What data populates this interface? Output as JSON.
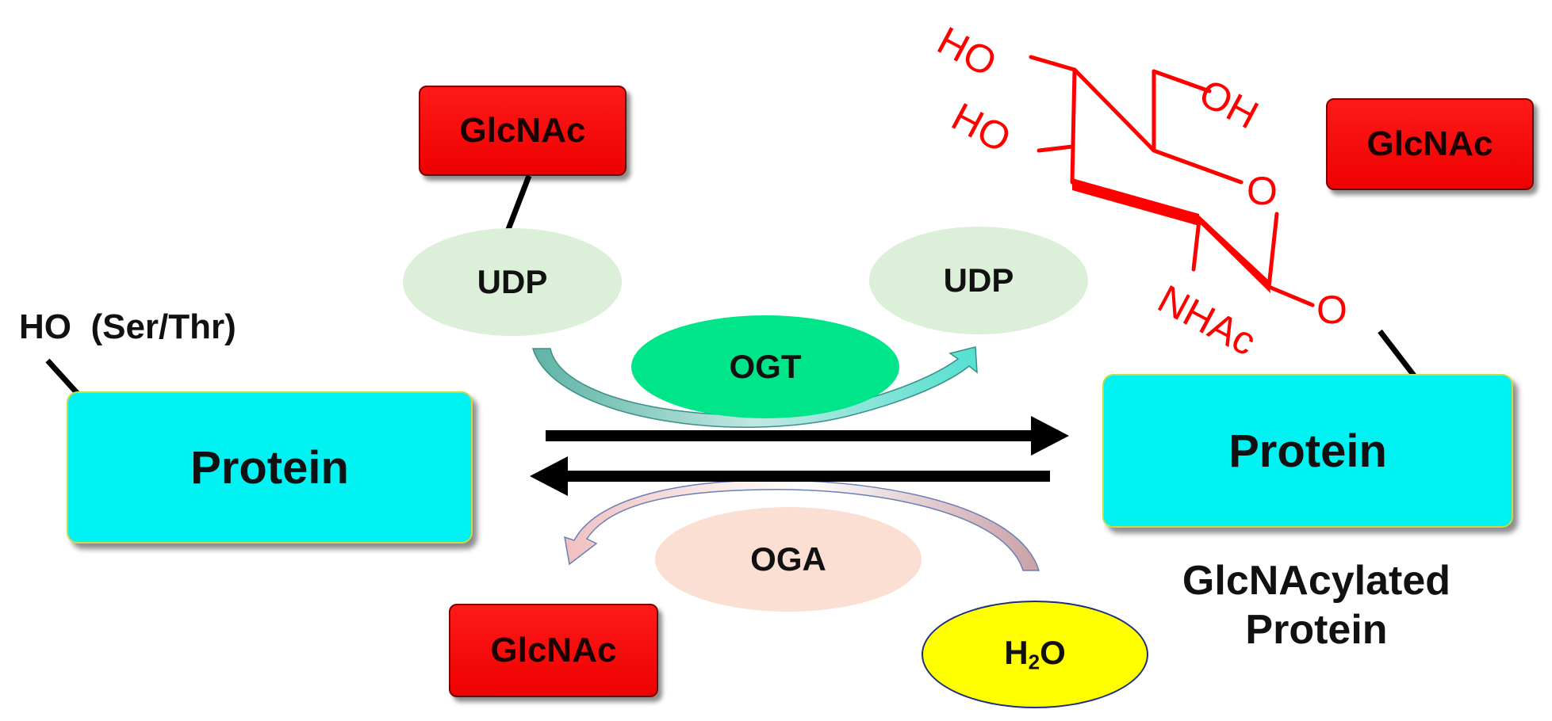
{
  "left_protein": {
    "label": "Protein",
    "hydroxyl_label": "HO  (Ser/Thr)"
  },
  "right_protein": {
    "label": "Protein",
    "caption_line1": "GlcNAcylated",
    "caption_line2": "Protein"
  },
  "donor": {
    "sugar_label": "GlcNAc",
    "carrier_label": "UDP"
  },
  "released_udp": {
    "label": "UDP"
  },
  "released_glcnac": {
    "label": "GlcNAc"
  },
  "attached_glcnac": {
    "label": "GlcNAc"
  },
  "enzymes": {
    "forward": "OGT",
    "reverse": "OGA"
  },
  "water": {
    "main": "H",
    "subscript": "2",
    "tail": "O"
  },
  "structure": {
    "ho_upper": "HO",
    "ho_lower": "HO",
    "oh": "OH",
    "ring_o": "O",
    "nhac": "NHAc",
    "glycosidic_o": "O"
  },
  "colors": {
    "glcnac": "#ee0000",
    "protein": "#00f2f2",
    "structure": "#ff0000",
    "udp": "#dcefd8",
    "ogt": "#00e58a",
    "oga": "#fbdfd2",
    "water": "#ffff00",
    "arrows": "#000000"
  },
  "icons": {
    "forward_arrow": "arrow-right-icon",
    "reverse_arrow": "arrow-left-icon"
  }
}
